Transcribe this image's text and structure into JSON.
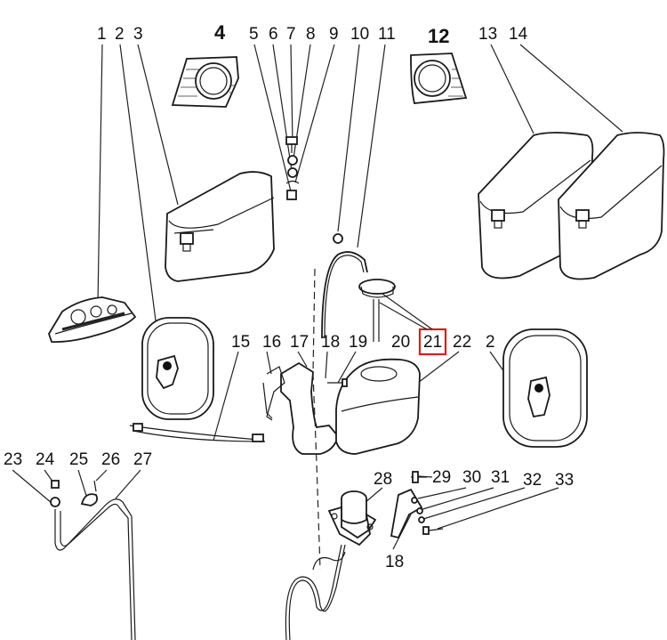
{
  "labels": {
    "n1": "1",
    "n2": "2",
    "n3": "3",
    "n4": "4",
    "n5": "5",
    "n6": "6",
    "n7": "7",
    "n8": "8",
    "n9": "9",
    "n10": "10",
    "n11": "11",
    "n12": "12",
    "n13": "13",
    "n14": "14",
    "n15": "15",
    "n16": "16",
    "n17": "17",
    "n18": "18",
    "n19": "19",
    "n20": "20",
    "n21": "21",
    "n22": "22",
    "n2b": "2",
    "n23": "23",
    "n24": "24",
    "n25": "25",
    "n26": "26",
    "n27": "27",
    "n28": "28",
    "n29": "29",
    "n30": "30",
    "n31": "31",
    "n32": "32",
    "n33": "33",
    "n18b": "18"
  },
  "highlight": {
    "label": "21",
    "color": "#d42020"
  }
}
